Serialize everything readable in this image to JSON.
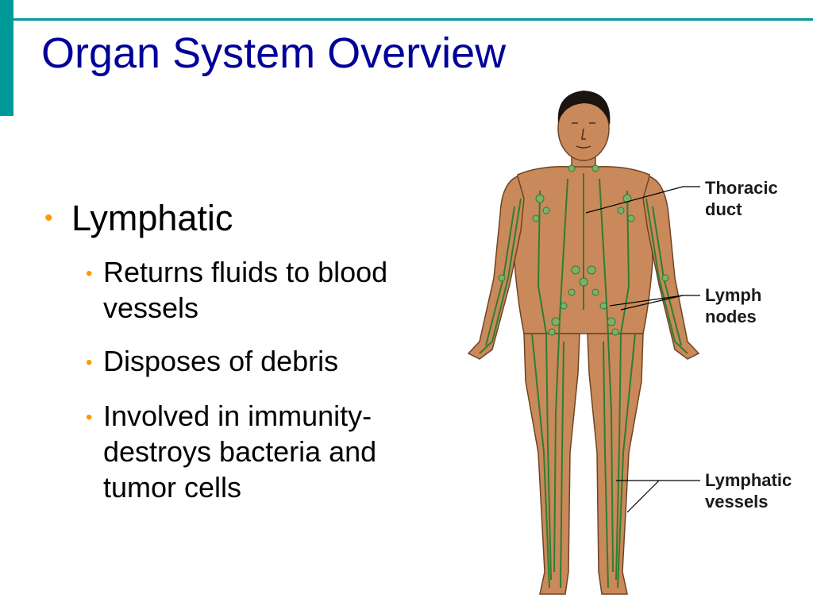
{
  "slide": {
    "title": "Organ System Overview",
    "bullet_level1": "Lymphatic",
    "bullets_level2": [
      "Returns fluids to blood vessels",
      "Disposes of debris",
      "Involved in immunity- destroys bacteria and tumor cells"
    ]
  },
  "figure": {
    "labels": {
      "thoracic_duct_line1": "Thoracic",
      "thoracic_duct_line2": "duct",
      "lymph_nodes_line1": "Lymph",
      "lymph_nodes_line2": "nodes",
      "lymphatic_vessels_line1": "Lymphatic",
      "lymphatic_vessels_line2": "vessels"
    }
  },
  "colors": {
    "title": "#000099",
    "accent": "#009999",
    "bullet_marker": "#ff9900",
    "skin": "#c9895a",
    "lymph_green": "#2e7d32"
  }
}
